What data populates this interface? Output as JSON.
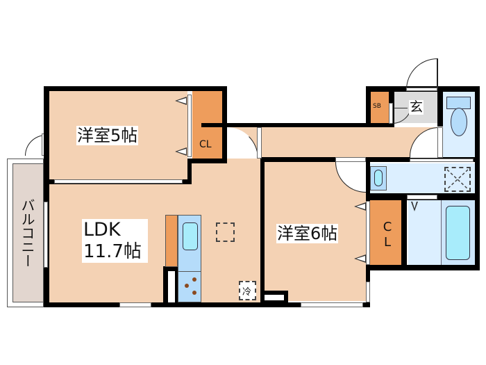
{
  "floor_plan": {
    "rooms": [
      {
        "id": "western-room-1",
        "label": "洋室5帖"
      },
      {
        "id": "ldk",
        "label_line1": "LDK",
        "label_line2": "11.7帖"
      },
      {
        "id": "western-room-2",
        "label": "洋室6帖"
      },
      {
        "id": "entrance",
        "label": "玄"
      },
      {
        "id": "balcony",
        "label": "バルコニー"
      }
    ],
    "closets": [
      {
        "id": "closet-1",
        "label": "CL"
      },
      {
        "id": "closet-2",
        "label_line1": "C",
        "label_line2": "L"
      },
      {
        "id": "shoe-box",
        "label": "SB"
      }
    ],
    "fixtures": {
      "refrigerator": "冷"
    },
    "colors": {
      "room": "#f4d2b4",
      "closet": "#ee9d5c",
      "wet_area": "#dcefff",
      "fixture_blue": "#b5dcfa",
      "entrance": "#dcdcdc",
      "balcony": "#e2d6cf",
      "wall": "#000000"
    }
  }
}
